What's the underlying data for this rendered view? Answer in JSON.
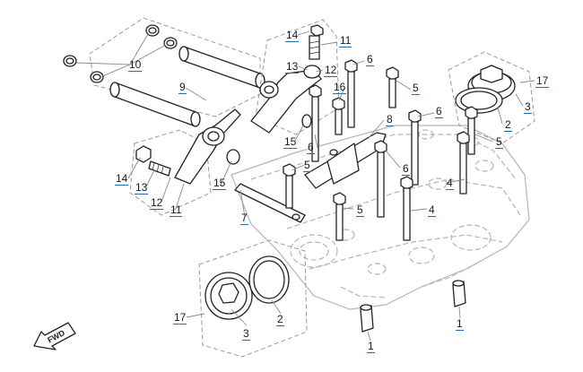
{
  "diagram": {
    "callouts": [
      {
        "id": "c14a",
        "text": "14"
      },
      {
        "id": "c11a",
        "text": "11"
      },
      {
        "id": "c13a",
        "text": "13"
      },
      {
        "id": "c12a",
        "text": "12"
      },
      {
        "id": "c6a",
        "text": "6"
      },
      {
        "id": "c16",
        "text": "16"
      },
      {
        "id": "c5a",
        "text": "5"
      },
      {
        "id": "c6b",
        "text": "6"
      },
      {
        "id": "c17a",
        "text": "17"
      },
      {
        "id": "c3a",
        "text": "3"
      },
      {
        "id": "c2a",
        "text": "2"
      },
      {
        "id": "c5b",
        "text": "5"
      },
      {
        "id": "c10",
        "text": "10"
      },
      {
        "id": "c9",
        "text": "9"
      },
      {
        "id": "c8",
        "text": "8"
      },
      {
        "id": "c15a",
        "text": "15"
      },
      {
        "id": "c6c",
        "text": "6"
      },
      {
        "id": "c5c",
        "text": "5"
      },
      {
        "id": "c6d",
        "text": "6"
      },
      {
        "id": "c4a",
        "text": "4"
      },
      {
        "id": "c14b",
        "text": "14"
      },
      {
        "id": "c13b",
        "text": "13"
      },
      {
        "id": "c12b",
        "text": "12"
      },
      {
        "id": "c11b",
        "text": "11"
      },
      {
        "id": "c15b",
        "text": "15"
      },
      {
        "id": "c7",
        "text": "7"
      },
      {
        "id": "c5d",
        "text": "5"
      },
      {
        "id": "c4b",
        "text": "4"
      },
      {
        "id": "c17b",
        "text": "17"
      },
      {
        "id": "c3b",
        "text": "3"
      },
      {
        "id": "c2b",
        "text": "2"
      },
      {
        "id": "c1a",
        "text": "1"
      },
      {
        "id": "c1b",
        "text": "1"
      }
    ],
    "direction_badge": "FWD"
  }
}
